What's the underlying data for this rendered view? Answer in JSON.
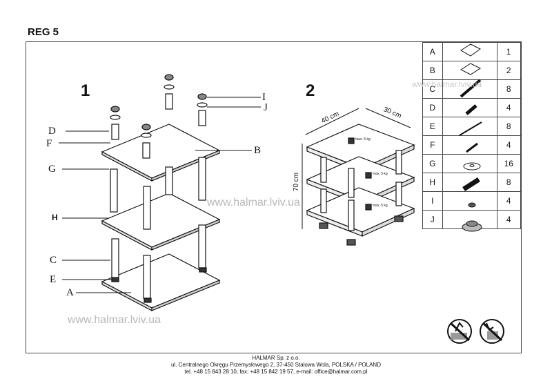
{
  "title": "REG 5",
  "steps": [
    "1",
    "2"
  ],
  "watermarks": [
    "www.halmar.lviv.ua",
    "www.halmar.lviv.ua",
    "www.halmar.lviv.ua"
  ],
  "callouts": {
    "A": "A",
    "B": "B",
    "C": "C",
    "D": "D",
    "E": "E",
    "F": "F",
    "G": "G",
    "H": "H",
    "I": "I",
    "J": "J"
  },
  "dimensions": {
    "width": "40 cm",
    "depth": "30 cm",
    "height": "70 cm",
    "load": "max. 5 kg"
  },
  "parts": [
    {
      "letter": "A",
      "qty": "1",
      "icon": "glass-shelf-small-icon"
    },
    {
      "letter": "B",
      "qty": "2",
      "icon": "glass-shelf-icon"
    },
    {
      "letter": "C",
      "qty": "8",
      "icon": "long-tube-icon"
    },
    {
      "letter": "D",
      "qty": "4",
      "icon": "short-tube-icon"
    },
    {
      "letter": "E",
      "qty": "8",
      "icon": "rod-icon"
    },
    {
      "letter": "F",
      "qty": "4",
      "icon": "short-rod-icon"
    },
    {
      "letter": "G",
      "qty": "16",
      "icon": "washer-icon"
    },
    {
      "letter": "H",
      "qty": "8",
      "icon": "connector-icon"
    },
    {
      "letter": "I",
      "qty": "4",
      "icon": "cap-nut-icon"
    },
    {
      "letter": "J",
      "qty": "4",
      "icon": "foot-icon"
    }
  ],
  "warning_icons": [
    "no-climbing-icon",
    "no-tipping-icon"
  ],
  "footer": {
    "company": "HALMAR Sp. z o.o.",
    "address": "ul. Centralnego Okręgu Przemysłowego 2, 37-450 Stalowa Wola, POLSKA / POLAND",
    "contact": "tel. +48 15 843 28 10, fax: +48 15 842 19 57, e-mail: office@halmar.com.pl"
  }
}
